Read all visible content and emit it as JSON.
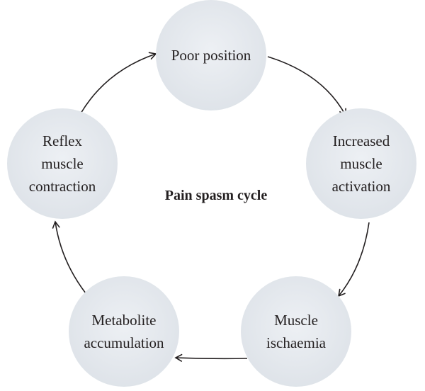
{
  "diagram": {
    "center_title": "Pain spasm cycle",
    "node_fill": "#e3e7ec",
    "line_color": "#231f20",
    "nodes": [
      {
        "id": "poor-position",
        "lines": [
          "Poor position"
        ]
      },
      {
        "id": "increased-muscle-activation",
        "lines": [
          "Increased",
          "muscle",
          "activation"
        ]
      },
      {
        "id": "muscle-ischaemia",
        "lines": [
          "Muscle",
          "ischaemia"
        ]
      },
      {
        "id": "metabolite-accumulation",
        "lines": [
          "Metabolite",
          "accumulation"
        ]
      },
      {
        "id": "reflex-muscle-contraction",
        "lines": [
          "Reflex",
          "muscle",
          "contraction"
        ]
      }
    ],
    "arrows": [
      {
        "from": "poor-position",
        "to": "increased-muscle-activation"
      },
      {
        "from": "increased-muscle-activation",
        "to": "muscle-ischaemia"
      },
      {
        "from": "muscle-ischaemia",
        "to": "metabolite-accumulation"
      },
      {
        "from": "metabolite-accumulation",
        "to": "reflex-muscle-contraction"
      },
      {
        "from": "reflex-muscle-contraction",
        "to": "poor-position"
      }
    ]
  }
}
